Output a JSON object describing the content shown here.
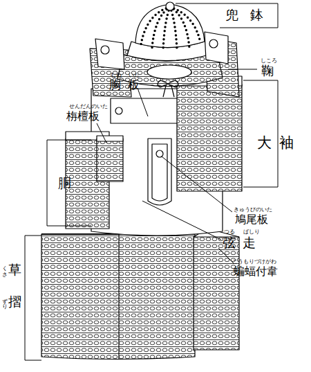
{
  "diagram": {
    "labels": [
      "兜鉢",
      "しころ",
      "鞠",
      "むね",
      "いた",
      "胸板",
      "せんだんのいた",
      "栴檀板",
      "大袖",
      "胴",
      "きゅうびのいた",
      "鳩尾板",
      "つる",
      "ばしり",
      "弦走",
      "こうもりづけがわ",
      "蝙蝠付韋",
      "くさ",
      "草",
      "ずり",
      "摺"
    ]
  }
}
